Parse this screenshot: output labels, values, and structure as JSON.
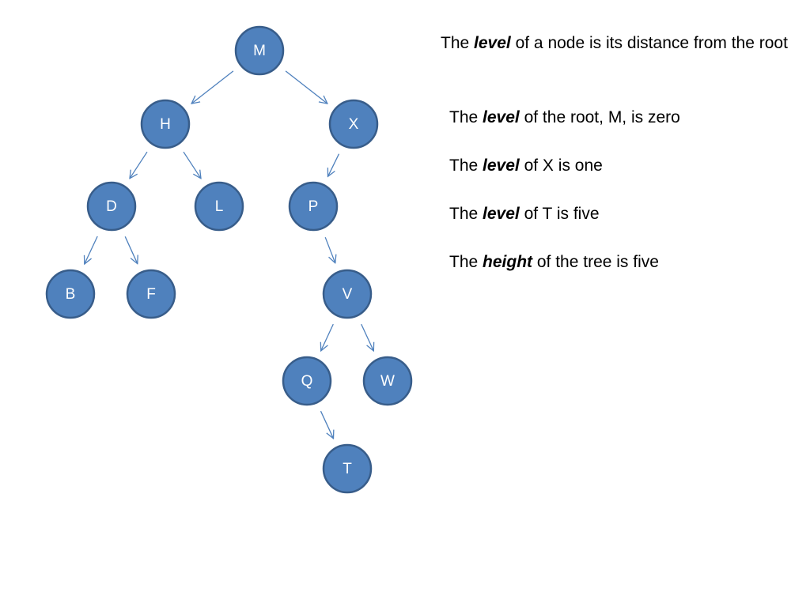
{
  "tree": {
    "nodes": [
      {
        "id": "M",
        "label": "M"
      },
      {
        "id": "H",
        "label": "H"
      },
      {
        "id": "X",
        "label": "X"
      },
      {
        "id": "D",
        "label": "D"
      },
      {
        "id": "L",
        "label": "L"
      },
      {
        "id": "P",
        "label": "P"
      },
      {
        "id": "B",
        "label": "B"
      },
      {
        "id": "F",
        "label": "F"
      },
      {
        "id": "V",
        "label": "V"
      },
      {
        "id": "Q",
        "label": "Q"
      },
      {
        "id": "W",
        "label": "W"
      },
      {
        "id": "T",
        "label": "T"
      }
    ],
    "edges": [
      {
        "from": "M",
        "to": "H"
      },
      {
        "from": "M",
        "to": "X"
      },
      {
        "from": "H",
        "to": "D"
      },
      {
        "from": "H",
        "to": "L"
      },
      {
        "from": "X",
        "to": "P"
      },
      {
        "from": "D",
        "to": "B"
      },
      {
        "from": "D",
        "to": "F"
      },
      {
        "from": "P",
        "to": "V"
      },
      {
        "from": "V",
        "to": "Q"
      },
      {
        "from": "V",
        "to": "W"
      },
      {
        "from": "Q",
        "to": "T"
      }
    ],
    "colors": {
      "fill": "#4f81bd",
      "stroke": "#385d8a",
      "label": "#ffffff",
      "arrow": "#4f81bd"
    }
  },
  "notes": {
    "intro": {
      "pre": "The ",
      "keyword": "level",
      "post": " of  a node is its distance from the root"
    },
    "root_level": {
      "pre": "The ",
      "keyword": "level",
      "post": " of the root, M, is zero"
    },
    "x_level": {
      "pre": "The ",
      "keyword": "level",
      "post": " of X is one"
    },
    "t_level": {
      "pre": "The ",
      "keyword": "level",
      "post": " of T is five"
    },
    "height": {
      "pre": "The ",
      "keyword": "height",
      "post": "  of the tree is five"
    }
  }
}
